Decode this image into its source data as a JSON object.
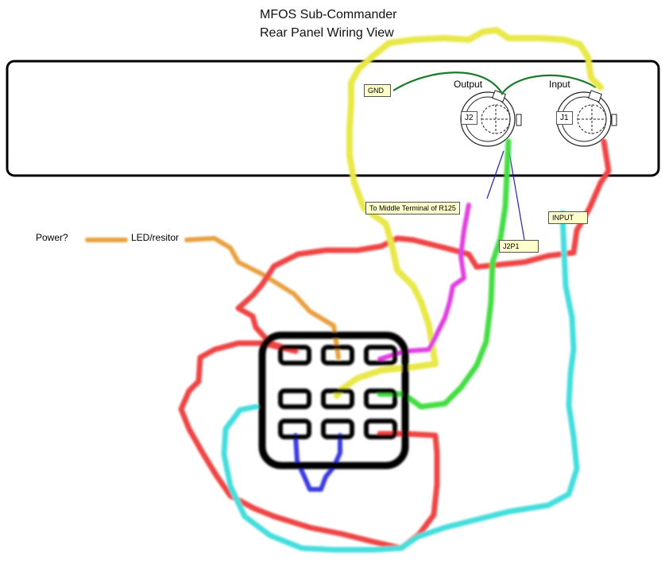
{
  "title": {
    "line1": "MFOS Sub-Commander",
    "line2": "Rear Panel Wiring View"
  },
  "labels": {
    "gnd": "GND",
    "output": "Output",
    "input": "Input",
    "j2": "J2",
    "j1": "J1",
    "r125": "To Middle Terminal of R125",
    "input_box": "INPUT",
    "j2p1": "J2P1",
    "power": "Power?",
    "led": "LED/resitor"
  },
  "colors": {
    "yellow_wire": "#e8e84a",
    "red_wire": "#ee4444",
    "cyan_wire": "#44dddd",
    "green_wire": "#44dd44",
    "magenta_wire": "#e040e0",
    "orange_wire": "#e8a040",
    "blue_wire": "#3a3ae0",
    "ground_wire": "#1a7a2a",
    "label_fill": "#ffffcc"
  }
}
